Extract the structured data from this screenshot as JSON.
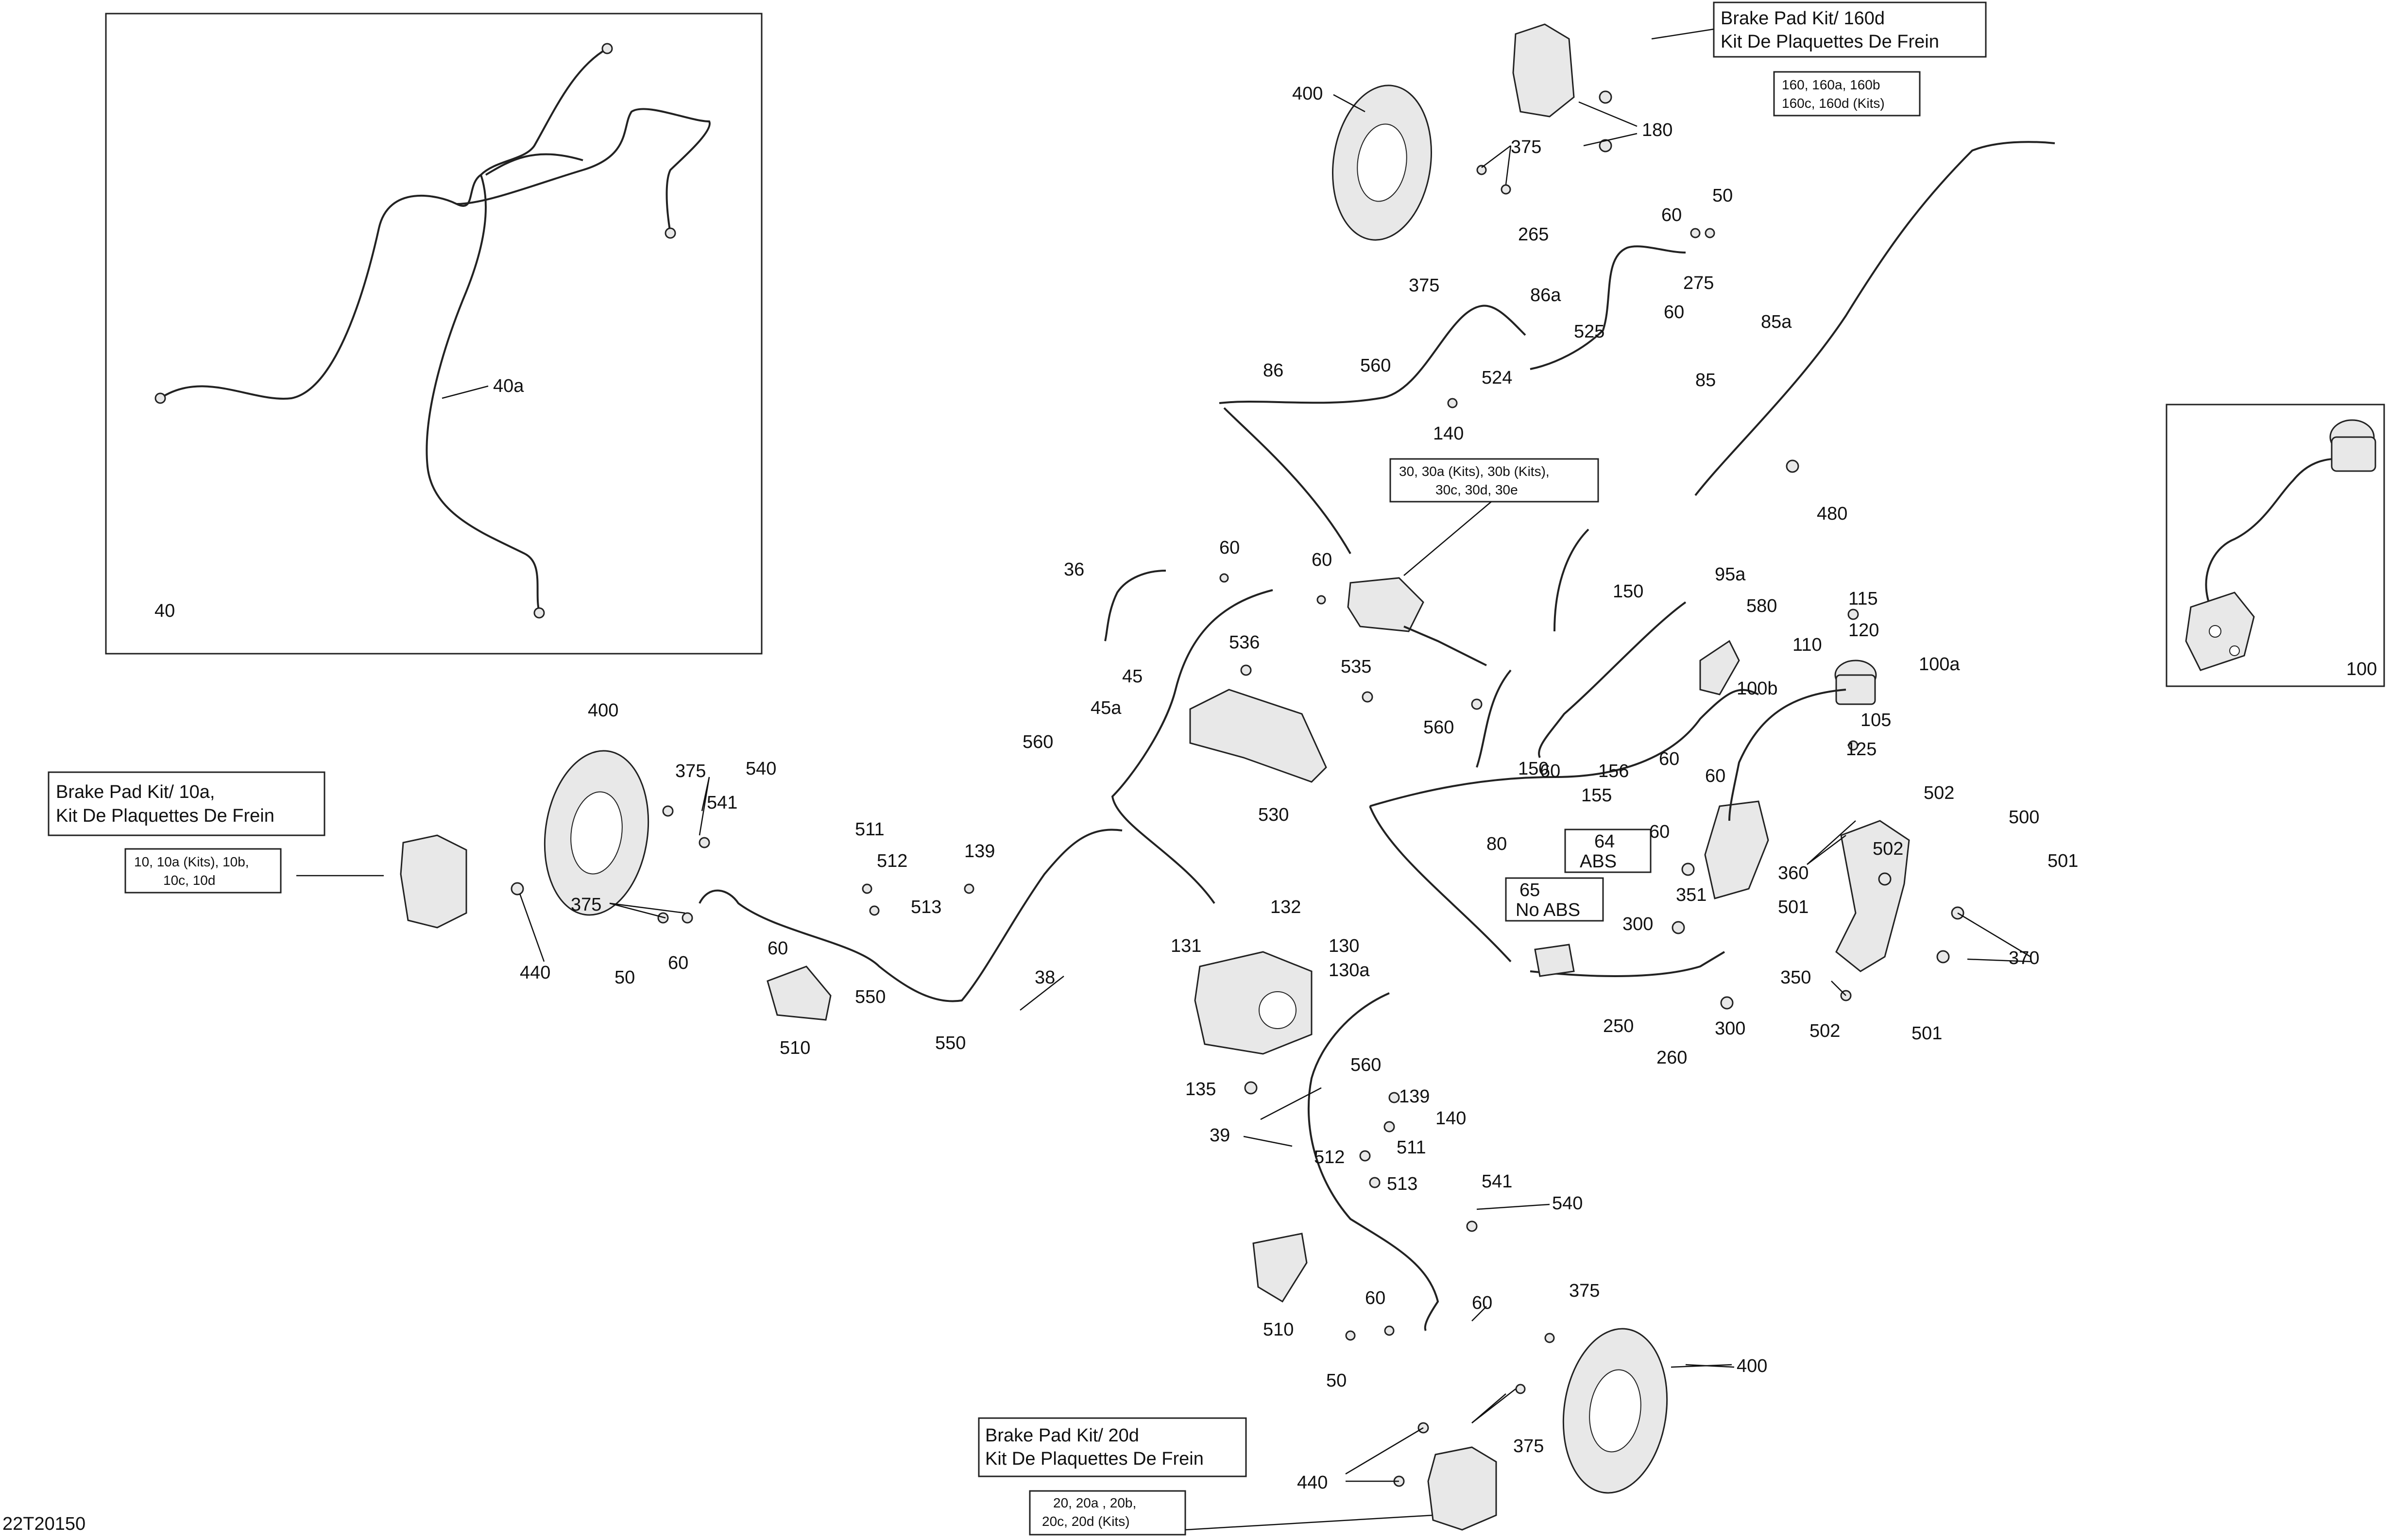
{
  "diagram_id": "22T20150",
  "kits": {
    "front_right_title1": "Brake Pad Kit/ 160d",
    "front_right_title2": "Kit De Plaquettes De Frein",
    "front_right_refs1": "160, 160a, 160b",
    "front_right_refs2": "160c, 160d (Kits)",
    "front_left_title1": "Brake Pad Kit/ 10a,",
    "front_left_title2": "Kit De Plaquettes De Frein",
    "front_left_refs1": "10, 10a (Kits), 10b,",
    "front_left_refs2": "10c, 10d",
    "rear_title1": "Brake Pad Kit/ 20d",
    "rear_title2": "Kit De Plaquettes De Frein",
    "rear_refs1": "20, 20a , 20b,",
    "rear_refs2": "20c, 20d  (Kits)",
    "master_refs1": "30, 30a (Kits), 30b (Kits),",
    "master_refs2": "30c, 30d, 30e",
    "abs1": "64",
    "abs2": "ABS",
    "noabs1": "65",
    "noabs2": "No ABS"
  },
  "labels": {
    "l40a": "40a",
    "l40": "40",
    "l100": "100",
    "l400a": "400",
    "l375a": "375",
    "l180": "180",
    "l375b": "375",
    "l265": "265",
    "l60a": "60",
    "l50a": "50",
    "l275": "275",
    "l60b": "60",
    "l86a": "86a",
    "l525": "525",
    "l524": "524",
    "l560a": "560",
    "l86": "86",
    "l140a": "140",
    "l85a": "85a",
    "l85": "85",
    "l480": "480",
    "l36": "36",
    "l60c": "60",
    "l60d": "60",
    "l536": "536",
    "l535": "535",
    "l45": "45",
    "l45a": "45a",
    "l560b": "560",
    "l530": "530",
    "l150a": "150",
    "l95a": "95a",
    "l580": "580",
    "l560c": "560",
    "l150b": "150",
    "l115": "115",
    "l120": "120",
    "l110": "110",
    "l100a": "100a",
    "l100b": "100b",
    "l105": "105",
    "l125": "125",
    "l156": "156",
    "l155": "155",
    "l60e": "60",
    "l60f": "60",
    "l60g": "60",
    "l60h": "60",
    "l80": "80",
    "l351": "351",
    "l300a": "300",
    "l360": "360",
    "l502a": "502",
    "l500": "500",
    "l502b": "502",
    "l501a": "501",
    "l501b": "501",
    "l350": "350",
    "l370": "370",
    "l502c": "502",
    "l501c": "501",
    "l250": "250",
    "l260": "260",
    "l300b": "300",
    "l400b": "400",
    "l375c": "375",
    "l540a": "540",
    "l541a": "541",
    "l375d": "375",
    "l511a": "511",
    "l512a": "512",
    "l513a": "513",
    "l139a": "139",
    "l50b": "50",
    "l60i": "60",
    "l60j": "60",
    "l440a": "440",
    "l510a": "510",
    "l550a": "550",
    "l550b": "550",
    "l38": "38",
    "l132": "132",
    "l131": "131",
    "l130": "130",
    "l130a": "130a",
    "l135": "135",
    "l560d": "560",
    "l139b": "139",
    "l140b": "140",
    "l39": "39",
    "l511b": "511",
    "l512b": "512",
    "l513b": "513",
    "l541b": "541",
    "l540b": "540",
    "l510b": "510",
    "l60k": "60",
    "l60l": "60",
    "l50c": "50",
    "l375e": "375",
    "l400c": "400",
    "l375f": "375",
    "l440b": "440"
  }
}
